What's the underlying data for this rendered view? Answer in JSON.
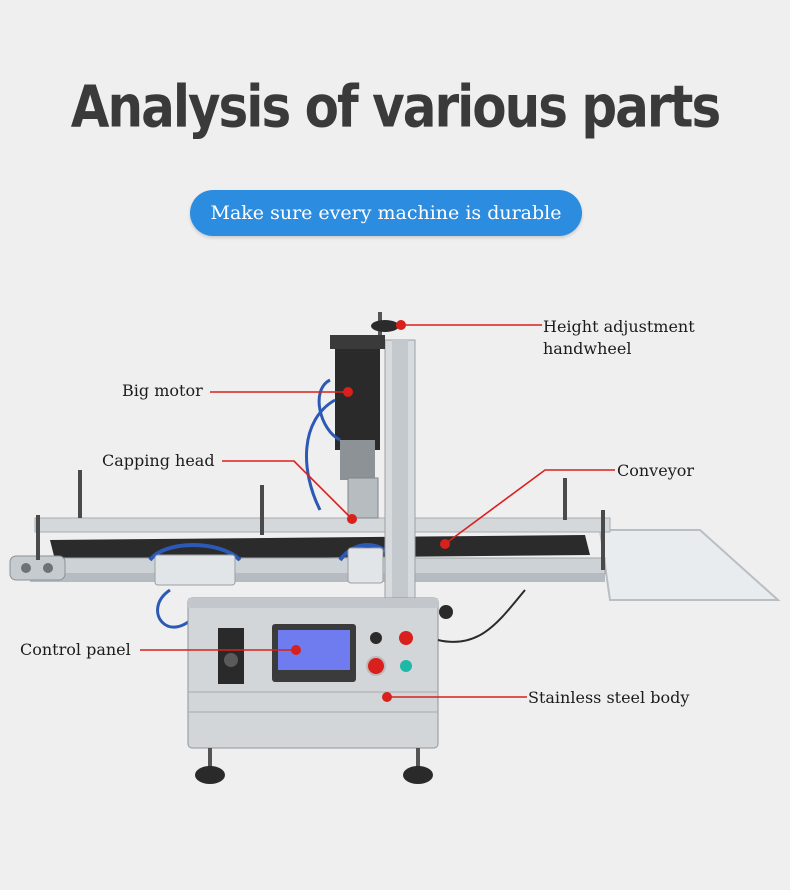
{
  "header": {
    "title": "Analysis of various parts",
    "subtitle": "Make sure every machine is durable"
  },
  "callouts": {
    "handwheel": "Height adjustment handwheel",
    "handwheel_line1": "Height adjustment",
    "handwheel_line2": "handwheel",
    "motor": "Big motor",
    "capping_head": "Capping head",
    "conveyor": "Conveyor",
    "control_panel": "Control panel",
    "body": "Stainless steel body"
  },
  "colors": {
    "accent": "#2c8de0",
    "callout_line": "#d9201c",
    "background": "#efefef"
  }
}
